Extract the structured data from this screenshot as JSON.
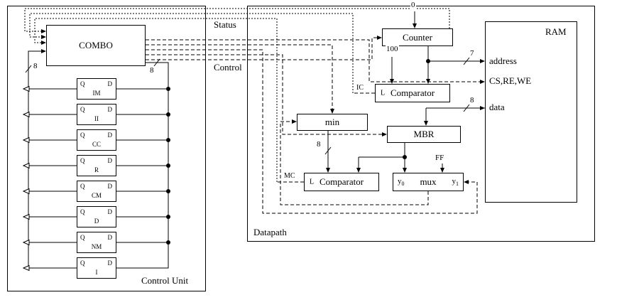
{
  "buses": {
    "status_label": "Status",
    "control_label": "Control"
  },
  "control_unit": {
    "label": "Control Unit",
    "combo_label": "COMBO",
    "q_label": "Q",
    "d_label": "D",
    "output_bus_width": "8",
    "input_bus_width": "8",
    "registers": [
      {
        "name": "IM"
      },
      {
        "name": "II"
      },
      {
        "name": "CC"
      },
      {
        "name": "R"
      },
      {
        "name": "CM"
      },
      {
        "name": "D"
      },
      {
        "name": "NM"
      },
      {
        "name": "I"
      }
    ]
  },
  "datapath": {
    "label": "Datapath",
    "counter": {
      "label": "Counter",
      "init_value": "0",
      "limit_value": "100",
      "address_width": "7"
    },
    "ic_comparator": {
      "mode": "L",
      "label": "Comparator",
      "flag": "IC"
    },
    "mc_comparator": {
      "mode": "L",
      "label": "Comparator",
      "flag": "MC"
    },
    "min_register": {
      "label": "min",
      "bus_width": "8"
    },
    "mbr": {
      "label": "MBR"
    },
    "mux": {
      "input0": "y",
      "input0_sub": "0",
      "label": "mux",
      "input1": "y",
      "input1_sub": "1",
      "const_input": "FF"
    },
    "ram": {
      "label": "RAM",
      "port_address": "address",
      "port_control": "CS,RE,WE",
      "port_data": "data",
      "data_bus_width": "8"
    }
  }
}
